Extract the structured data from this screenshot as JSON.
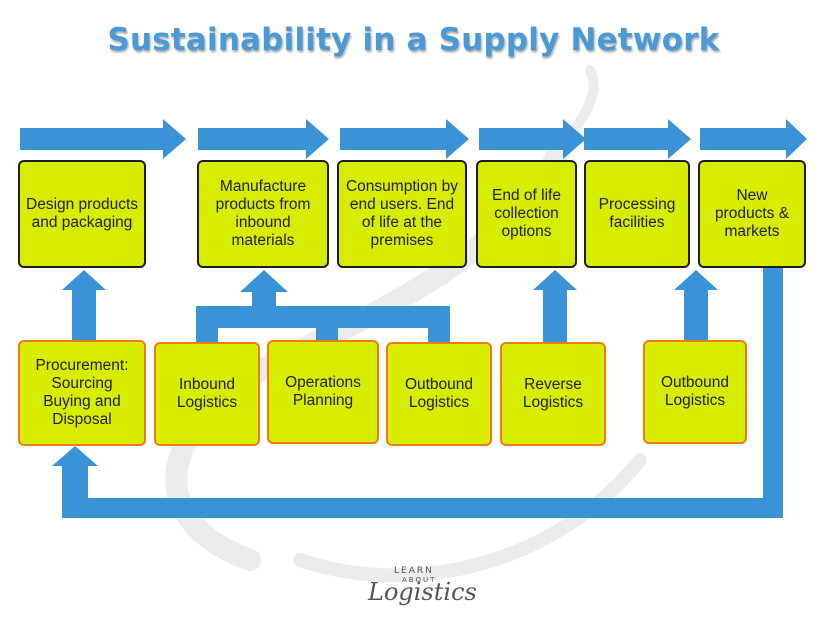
{
  "title": "Sustainability in a Supply Network",
  "top_stages": [
    {
      "label": "Design products and packaging"
    },
    {
      "label": "Manufacture products from inbound materials"
    },
    {
      "label": "Consumption by end users. End of life at the premises"
    },
    {
      "label": "End of life collection options"
    },
    {
      "label": "Processing facilities"
    },
    {
      "label": "New products & markets"
    }
  ],
  "support_functions": [
    {
      "label": "Procurement: Sourcing Buying and Disposal"
    },
    {
      "label": "Inbound Logistics"
    },
    {
      "label": "Operations Planning"
    },
    {
      "label": "Outbound Logistics"
    },
    {
      "label": "Reverse Logistics"
    },
    {
      "label": "Outbound Logistics"
    }
  ],
  "logo": {
    "top": "LEARN",
    "middle": "ABOUT",
    "word": "Logistics"
  },
  "colors": {
    "arrow": "#3a93d6",
    "box_fill": "#d8ec00",
    "title": "#4a9ad8",
    "bottom_border": "#f07a1a"
  }
}
